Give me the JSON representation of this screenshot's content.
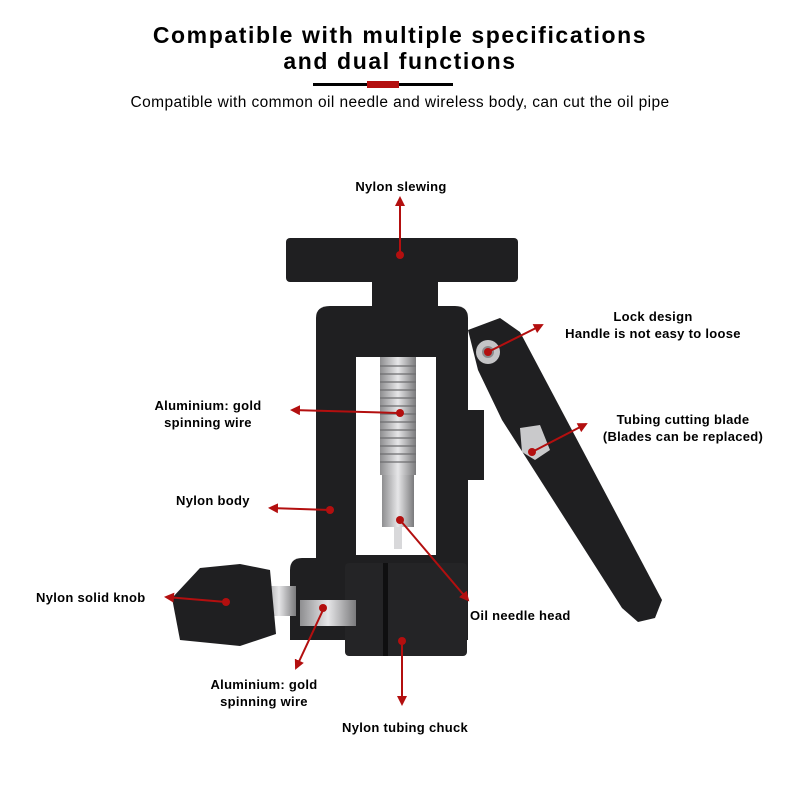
{
  "header": {
    "title_line1": "Compatible with multiple specifications",
    "title_line2": "and dual functions",
    "subtitle": "Compatible with common oil needle and wireless body, can cut the oil pipe"
  },
  "colors": {
    "accent": "#b30f0f",
    "product": "#1f1f21",
    "metal": "#c9c9cb"
  },
  "callouts": [
    {
      "id": "nylon-slewing",
      "lines": [
        "Nylon slewing"
      ]
    },
    {
      "id": "lock-design",
      "lines": [
        "Lock design",
        "Handle is not easy to loose"
      ]
    },
    {
      "id": "aluminium-top",
      "lines": [
        "Aluminium: gold",
        "spinning wire"
      ]
    },
    {
      "id": "cutting-blade",
      "lines": [
        "Tubing cutting blade",
        "(Blades can be replaced)"
      ]
    },
    {
      "id": "nylon-body",
      "lines": [
        "Nylon body"
      ]
    },
    {
      "id": "solid-knob",
      "lines": [
        "Nylon solid knob"
      ]
    },
    {
      "id": "oil-needle-head",
      "lines": [
        "Oil needle head"
      ]
    },
    {
      "id": "aluminium-bottom",
      "lines": [
        "Aluminium: gold",
        "spinning wire"
      ]
    },
    {
      "id": "tubing-chuck",
      "lines": [
        "Nylon tubing chuck"
      ]
    }
  ]
}
